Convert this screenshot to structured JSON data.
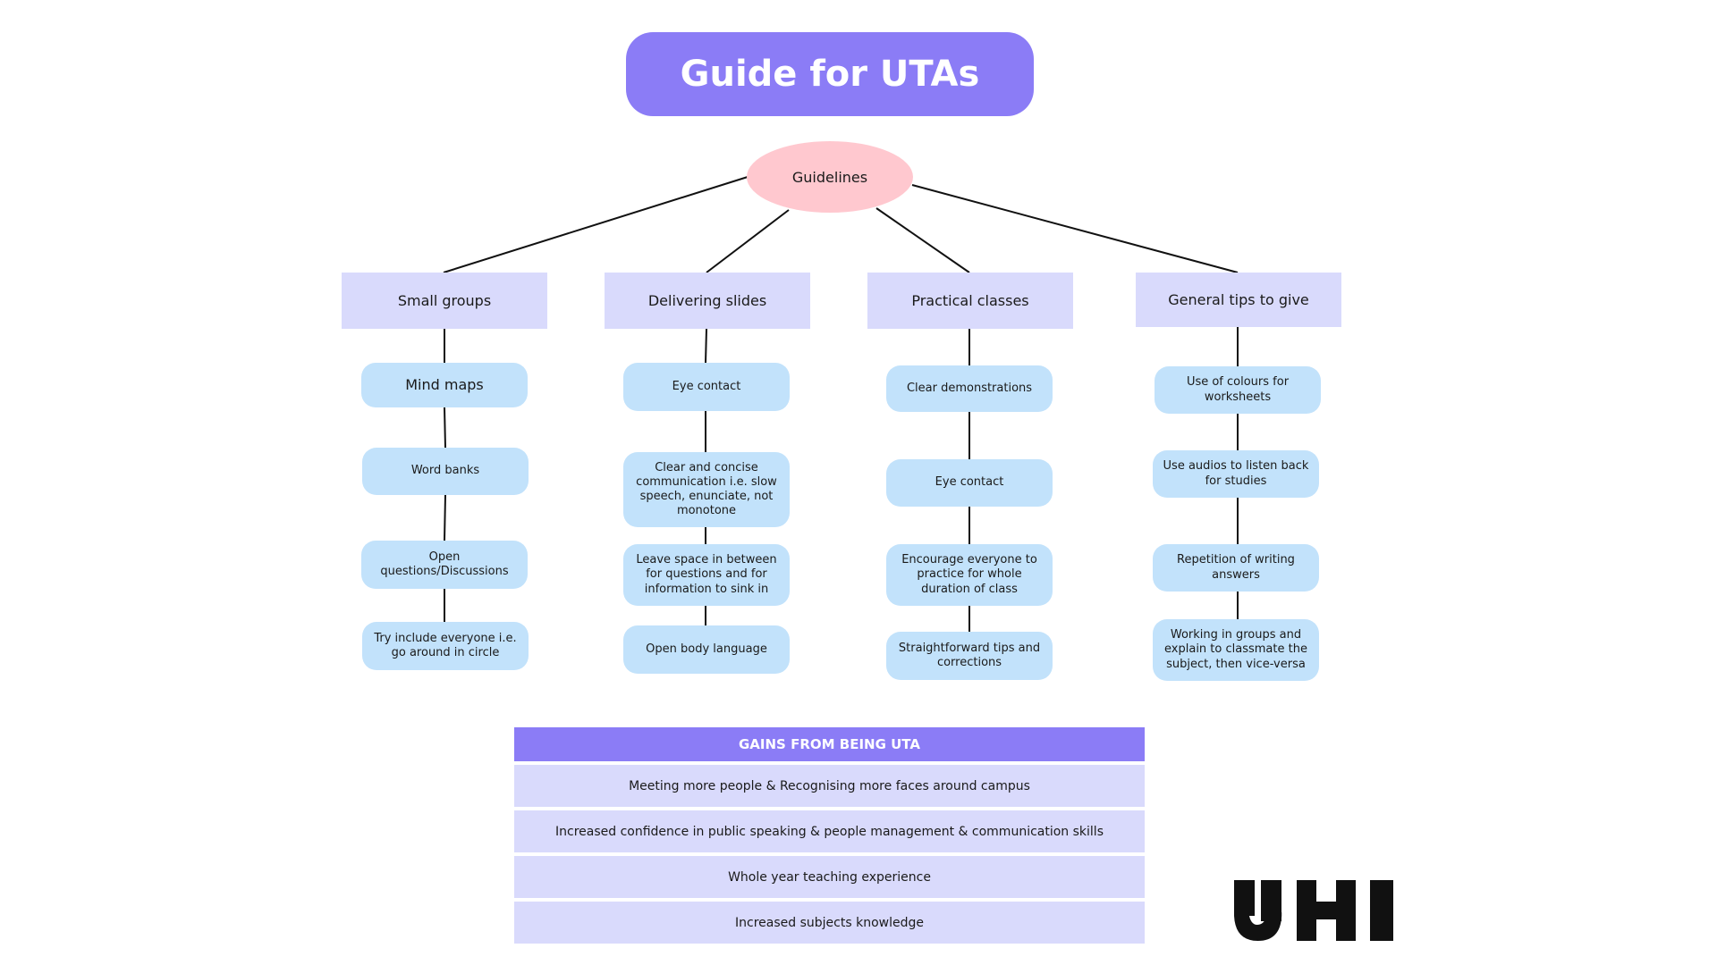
{
  "title": "Guide for UTAs",
  "root": "Guidelines",
  "branches": [
    {
      "label": "Small groups",
      "items": [
        "Mind maps",
        "Word banks",
        "Open questions/Discussions",
        "Try include everyone i.e. go around in circle"
      ]
    },
    {
      "label": "Delivering slides",
      "items": [
        "Eye contact",
        "Clear and concise communication i.e. slow speech, enunciate, not monotone",
        "Leave space in between for questions and for information to sink in",
        "Open body language"
      ]
    },
    {
      "label": "Practical classes",
      "items": [
        "Clear demonstrations",
        "Eye contact",
        "Encourage everyone to practice for whole duration of class",
        "Straightforward tips and corrections"
      ]
    },
    {
      "label": "General tips to give",
      "items": [
        "Use of colours for worksheets",
        "Use audios to listen back for studies",
        "Repetition of writing answers",
        "Working in groups and explain to classmate the subject, then vice-versa"
      ]
    }
  ],
  "gains": {
    "header": "GAINS FROM BEING UTA",
    "rows": [
      "Meeting more people & Recognising more faces around campus",
      "Increased confidence in public speaking & people management & communication skills",
      "Whole year teaching experience",
      "Increased subjects knowledge"
    ]
  },
  "logo": {
    "name": "UHI logo",
    "text": "UHI",
    "color": "#111111"
  },
  "colors": {
    "title_bg": "#8b7cf6",
    "root_bg": "#ffc8cf",
    "category_bg": "#d9dafc",
    "tip_bg": "#c2e2fb",
    "gains_header_bg": "#8b7cf6",
    "gains_row_bg": "#d9dafc"
  }
}
